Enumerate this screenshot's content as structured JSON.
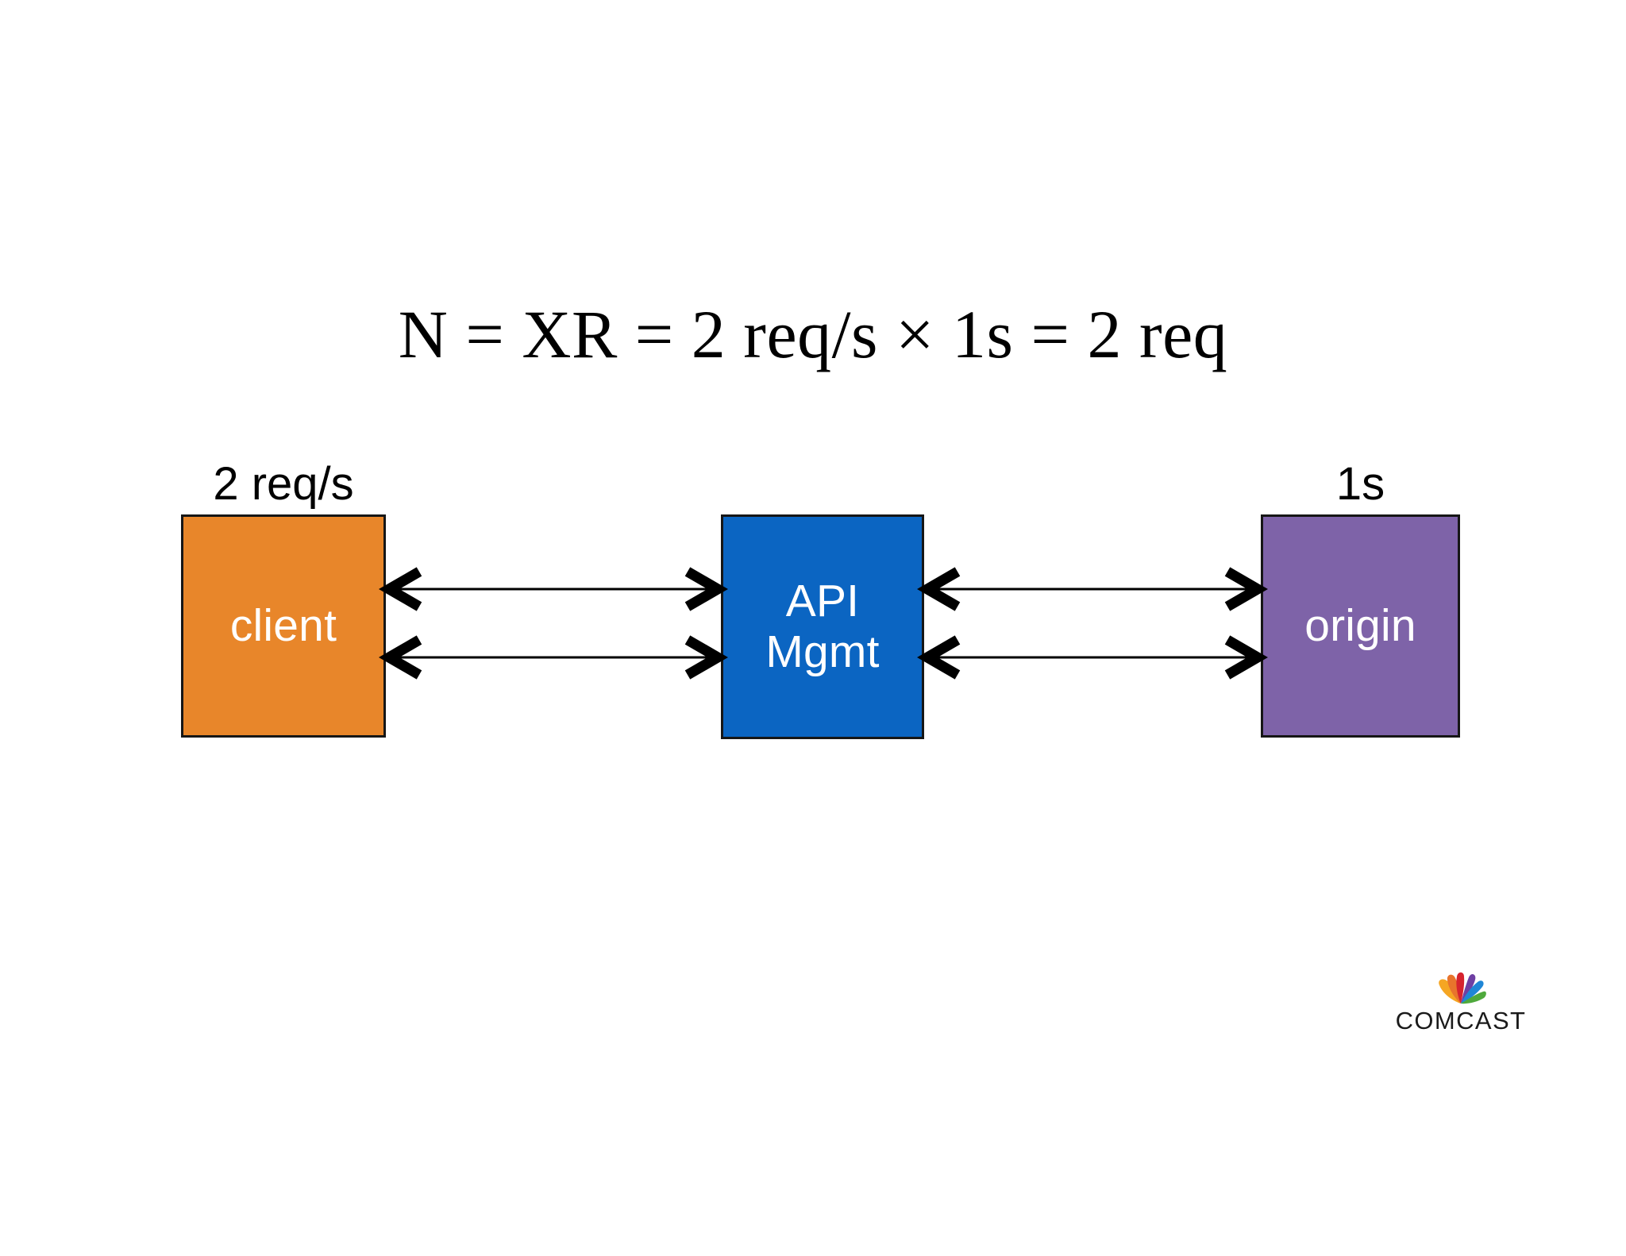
{
  "slide": {
    "background": "#FFFFFF",
    "formula": "N = XR = 2 req/s × 1s = 2 req"
  },
  "nodes": [
    {
      "id": "client",
      "label": "client",
      "annotation": "2 req/s",
      "fill": "#E8862A",
      "border": "#161616",
      "text_color": "#FFFFFF"
    },
    {
      "id": "api-mgmt",
      "label_line1": "API",
      "label_line2": "Mgmt",
      "annotation": "",
      "fill": "#0B65C2",
      "border": "#161616",
      "text_color": "#FFFFFF"
    },
    {
      "id": "origin",
      "label": "origin",
      "annotation": "1s",
      "fill": "#7E63A8",
      "border": "#161616",
      "text_color": "#FFFFFF"
    }
  ],
  "connectors": [
    {
      "id": "client-api-top",
      "from": "client",
      "to": "api-mgmt",
      "style": "double-headed"
    },
    {
      "id": "client-api-bottom",
      "from": "client",
      "to": "api-mgmt",
      "style": "double-headed"
    },
    {
      "id": "api-origin-top",
      "from": "api-mgmt",
      "to": "origin",
      "style": "double-headed"
    },
    {
      "id": "api-origin-bottom",
      "from": "api-mgmt",
      "to": "origin",
      "style": "double-headed"
    }
  ],
  "logo": {
    "wordmark": "COMCAST",
    "peacock_colors": [
      "#F5A623",
      "#E8742C",
      "#D6232E",
      "#6E3FA3",
      "#1F86D6",
      "#4FA93C"
    ]
  }
}
